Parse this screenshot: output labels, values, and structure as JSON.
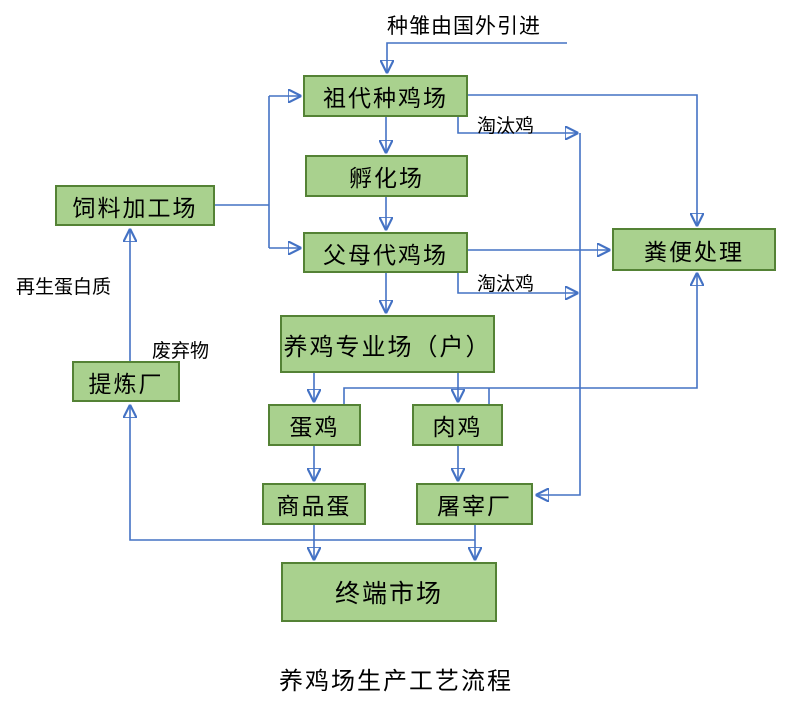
{
  "diagram": {
    "top_note": "种雏由国外引进",
    "title": "养鸡场生产工艺流程",
    "nodes": {
      "zudai": {
        "label": "祖代种鸡场"
      },
      "fuhua": {
        "label": "孵化场"
      },
      "fumudai": {
        "label": "父母代鸡场"
      },
      "siliao": {
        "label": "饲料加工场"
      },
      "fenbian": {
        "label": "粪便处理"
      },
      "yangji": {
        "label": "养鸡专业场（户）"
      },
      "tilian": {
        "label": "提炼厂"
      },
      "danji": {
        "label": "蛋鸡"
      },
      "rouji": {
        "label": "肉鸡"
      },
      "shangpindan": {
        "label": "商品蛋"
      },
      "tuzai": {
        "label": "屠宰厂"
      },
      "zhongduan": {
        "label": "终端市场"
      }
    },
    "edge_labels": {
      "culled_1": "淘汰鸡",
      "culled_2": "淘汰鸡",
      "regenerated_protein": "再生蛋白质",
      "waste": "废弃物"
    },
    "colors": {
      "node_fill": "#A9D18E",
      "node_border": "#548235",
      "arrow": "#4472C4",
      "text": "#000000",
      "background": "#FFFFFF"
    }
  }
}
